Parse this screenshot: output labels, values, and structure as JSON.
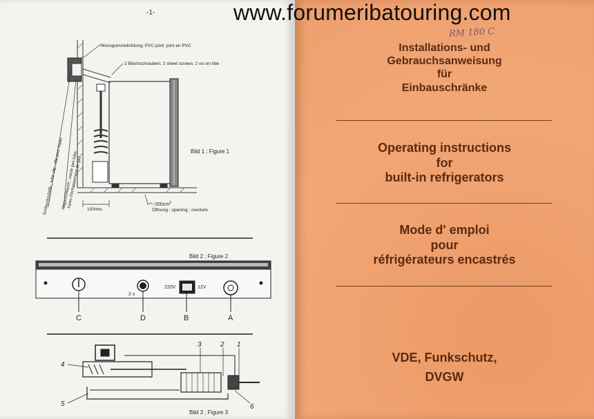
{
  "watermark": "www.forumeribatouring.com",
  "left_page": {
    "page_number": "-1-",
    "figure1": {
      "label_seal": "Moosgummidichtung; PVC-joint; joint en PVC",
      "label_screws": "2 Blechschrauben; 2 sheet screws; 2 vis en tôle",
      "label_clip": "Schlauchschelle ; tube clip ; clip pour tuyau",
      "label_exhaust_1": "Abgasschlauch ; waste gas tube;",
      "label_exhaust_2": "tuyau d'échappement de gaz",
      "caption": "Bild 1 ; Figure 1",
      "dim_min": "100min.",
      "dim_area": "200cm",
      "dim_area_sup": "2",
      "opening": "Öffnung ; opening ; overture"
    },
    "figure2": {
      "caption": "Bild 2 ; Figure 2",
      "label_2x": "2 x",
      "label_220v": "220V",
      "label_12v": "12V",
      "letters": [
        "C",
        "D",
        "B",
        "A"
      ]
    },
    "figure3": {
      "caption": "Bild 3 ; Figure 3",
      "numbers": [
        "3",
        "2",
        "1",
        "4",
        "5",
        "6"
      ]
    }
  },
  "right_page": {
    "handwritten_note": "RM 180 C",
    "german": [
      "Installations- und",
      "Gebrauchsanweisung",
      "für",
      "Einbauschränke"
    ],
    "english": [
      "Operating instructions",
      "for",
      "built-in refrigerators"
    ],
    "french": [
      "Mode d' emploi",
      "pour",
      "réfrigérateurs encastrés"
    ],
    "standards": [
      "VDE, Funkschutz,",
      "DVGW"
    ],
    "colors": {
      "cover": "#efa06e",
      "text": "#5a2a10"
    }
  }
}
